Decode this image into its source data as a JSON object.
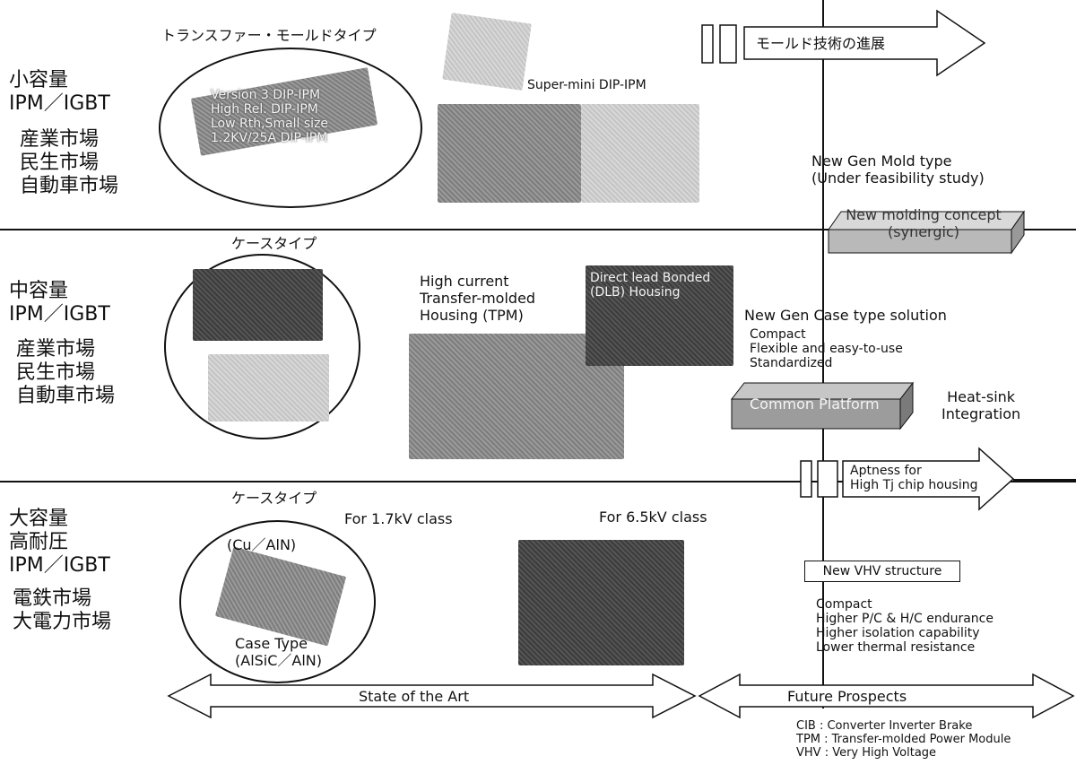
{
  "rows": {
    "small": {
      "lines": [
        "小容量",
        "IPM／IGBT"
      ],
      "markets": [
        "産業市場",
        "民生市場",
        "自動車市場"
      ],
      "mold_type_label": "トランスファー・モールドタイプ",
      "ellipse_text": [
        "Version 3 DIP-IPM",
        "High Rel. DIP-IPM",
        "Low Rth,Small size",
        "1.2KV/25A DIP-IPM"
      ],
      "super_mini": "Super-mini DIP-IPM"
    },
    "medium": {
      "lines": [
        "中容量",
        "IPM／IGBT"
      ],
      "markets": [
        "産業市場",
        "民生市場",
        "自動車市場"
      ],
      "case_label": "ケースタイプ",
      "tpm_text": [
        "High current",
        "Transfer-molded",
        "Housing (TPM)"
      ],
      "dlb_text": [
        "Direct lead Bonded",
        "(DLB)  Housing"
      ]
    },
    "large": {
      "lines": [
        "大容量",
        "高耐圧",
        "IPM／IGBT"
      ],
      "markets": [
        "電鉄市場",
        "大電力市場"
      ],
      "case_label": "ケースタイプ",
      "class17": "For 1.7kV class",
      "class65": "For 6.5kV class",
      "cu_aln": "(Cu／AlN)",
      "case_type": [
        "Case Type",
        "(AlSiC／AlN)"
      ]
    }
  },
  "future": {
    "mold_arrow": "モールド技術の進展",
    "new_gen_mold": [
      "New Gen Mold type",
      " (Under feasibility study)"
    ],
    "new_molding": [
      "New molding concept",
      "(synergic)"
    ],
    "new_gen_case": "New Gen Case type solution",
    "case_features": [
      "Compact",
      "Flexible and easy-to-use",
      "Standardized"
    ],
    "common_platform": "Common Platform",
    "heat_sink": [
      "Heat-sink",
      "Integration"
    ],
    "aptness": [
      "Aptness for",
      "High Tj chip housing"
    ],
    "vhv_box": "New VHV structure",
    "vhv_features": [
      "Compact",
      "Higher P/C & H/C endurance",
      "Higher isolation capability",
      "Lower thermal resistance"
    ]
  },
  "timeline": {
    "state_of_art": "State of the Art",
    "future_prospects": "Future Prospects"
  },
  "legend": [
    "CIB  : Converter Inverter Brake",
    "TPM : Transfer-molded Power Module",
    "VHV : Very High Voltage"
  ]
}
